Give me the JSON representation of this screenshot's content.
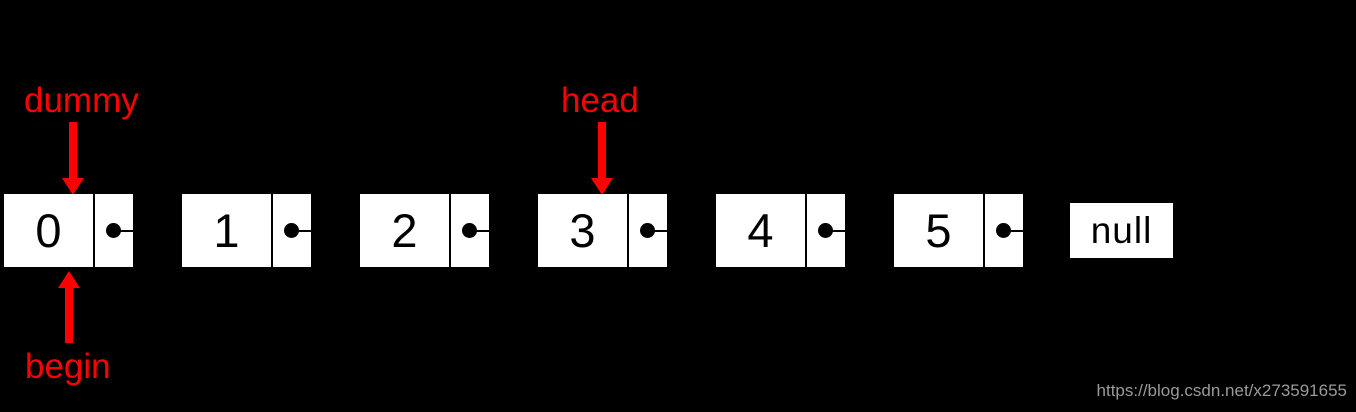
{
  "diagram": {
    "type": "singly-linked-list",
    "background_color": "#000000",
    "node_fill_color": "#ffffff",
    "node_text_color": "#000000",
    "annotation_color": "#ff0000",
    "nodes": [
      {
        "value": "0"
      },
      {
        "value": "1"
      },
      {
        "value": "2"
      },
      {
        "value": "3"
      },
      {
        "value": "4"
      },
      {
        "value": "5"
      }
    ],
    "terminator": "null",
    "labels": [
      {
        "text": "dummy",
        "target_node": "0",
        "position": "above"
      },
      {
        "text": "head",
        "target_node": "3",
        "position": "above"
      },
      {
        "text": "begin",
        "target_node": "0",
        "position": "below"
      }
    ]
  },
  "watermark": {
    "text": "https://blog.csdn.net/x273591655",
    "color": "#9a9a9a"
  }
}
